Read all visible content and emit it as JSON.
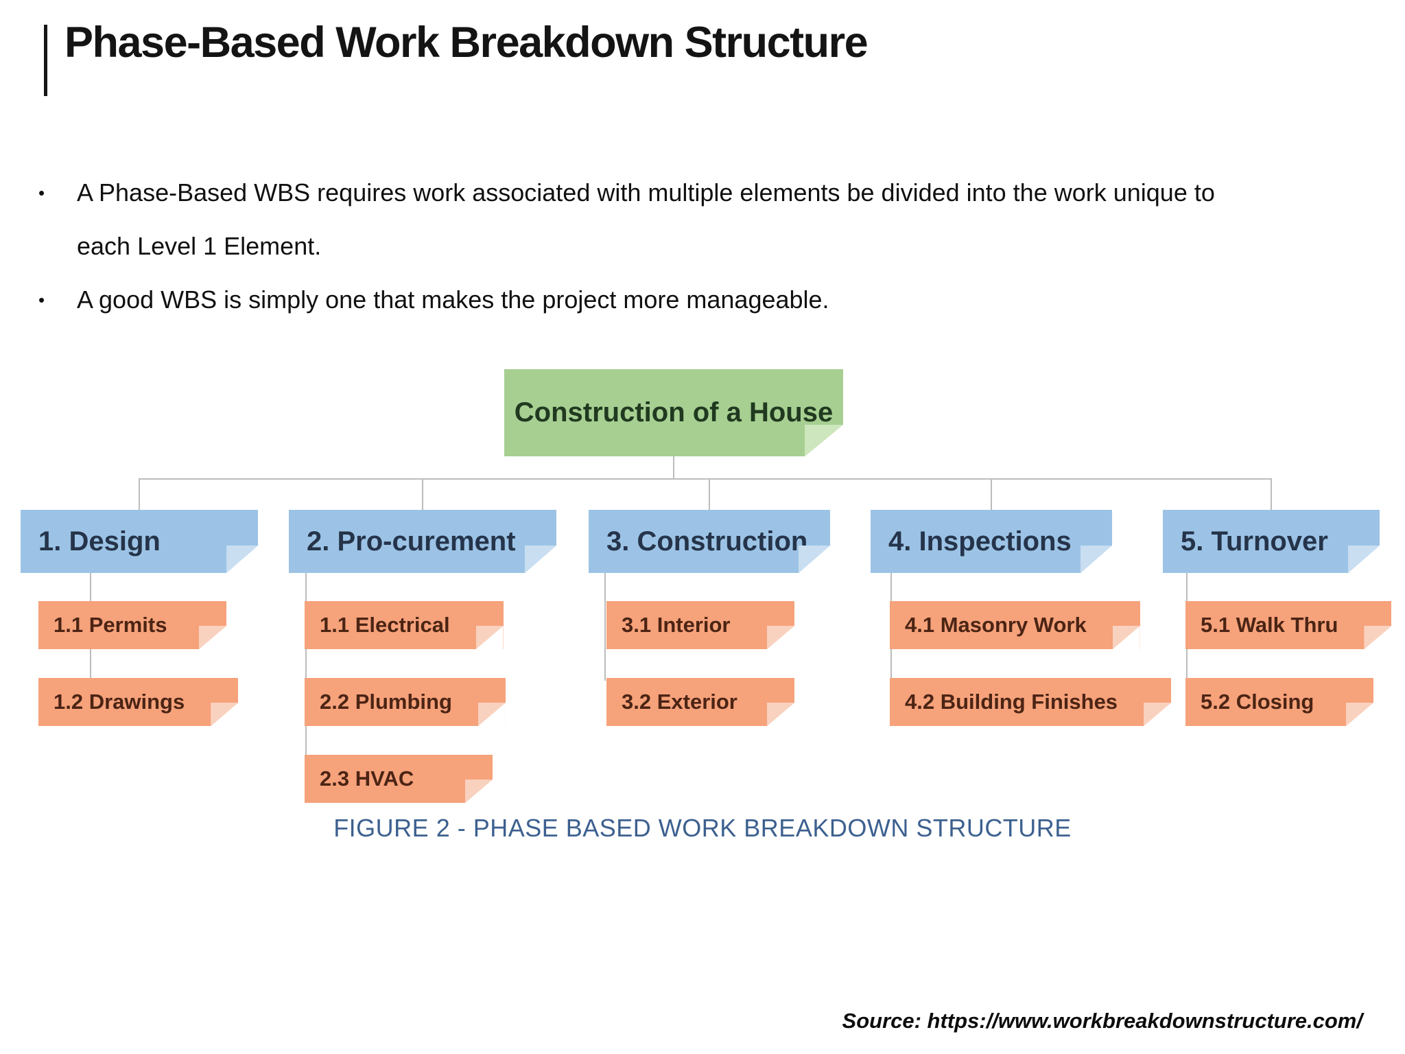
{
  "title": "Phase-Based Work Breakdown Structure",
  "bullet_char": "•",
  "bullets": [
    "A Phase-Based WBS requires work associated with multiple elements be divided into the work unique to each Level 1 Element.",
    "A good WBS is simply one that makes the project more manageable."
  ],
  "diagram": {
    "root": {
      "label": "Construction of a House"
    },
    "phases": [
      {
        "label": "1. Design",
        "children": [
          "1.1 Permits",
          "1.2 Drawings"
        ]
      },
      {
        "label": "2. Pro-curement",
        "children": [
          "1.1 Electrical",
          "2.2 Plumbing",
          "2.3 HVAC"
        ]
      },
      {
        "label": "3. Construction",
        "children": [
          "3.1 Interior",
          "3.2 Exterior"
        ]
      },
      {
        "label": "4. Inspections",
        "children": [
          "4.1 Masonry Work",
          "4.2 Building Finishes"
        ]
      },
      {
        "label": "5. Turnover",
        "children": [
          "5.1 Walk Thru",
          "5.2 Closing"
        ]
      }
    ],
    "caption": "FIGURE 2 - PHASE BASED WORK BREAKDOWN STRUCTURE"
  },
  "source": "Source: https://www.workbreakdownstructure.com/",
  "colors": {
    "root_box": "#a7cf92",
    "root_fold": "#cde6bd",
    "root_text": "#20391f",
    "phase_box": "#9cc3e5",
    "phase_fold": "#c9def1",
    "phase_text": "#25344a",
    "task_box": "#f6a27b",
    "task_fold": "#f9d2bf",
    "task_text": "#4b2414",
    "connector": "#bcbcbc",
    "caption_text": "#3c608f"
  }
}
